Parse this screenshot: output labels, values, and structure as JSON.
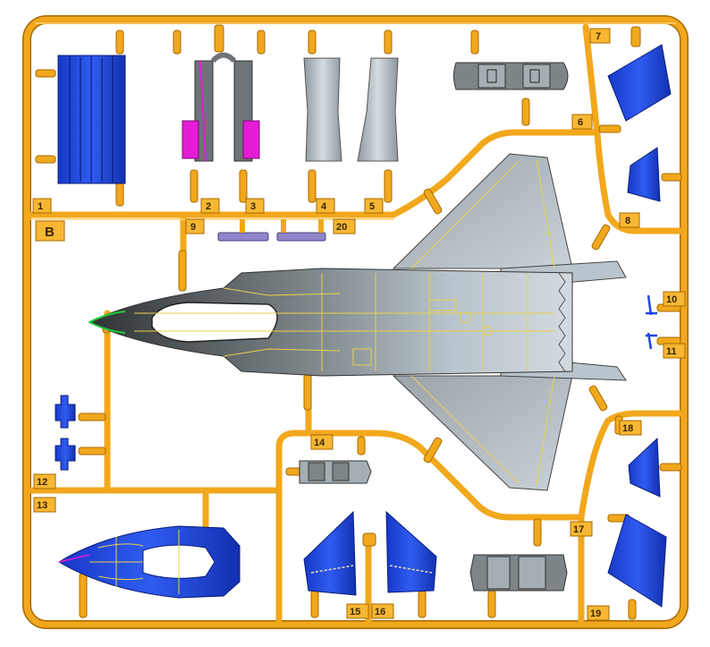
{
  "sprue": {
    "letter": "B",
    "color_frame": "#f2a81c",
    "color_frame_dark": "#a86a00",
    "color_label_bg": "#f7b733"
  },
  "part_numbers": [
    "1",
    "2",
    "3",
    "4",
    "5",
    "6",
    "7",
    "8",
    "9",
    "10",
    "11",
    "12",
    "13",
    "14",
    "15",
    "16",
    "17",
    "18",
    "19",
    "20"
  ],
  "colors": {
    "blue_parts": "#1f45e6",
    "grey_parts": "#b9c4cc",
    "dark_grey": "#6e7478",
    "magenta": "#e51cd6",
    "purple": "#8f86c9",
    "panel_lines": "#e8d24a"
  }
}
